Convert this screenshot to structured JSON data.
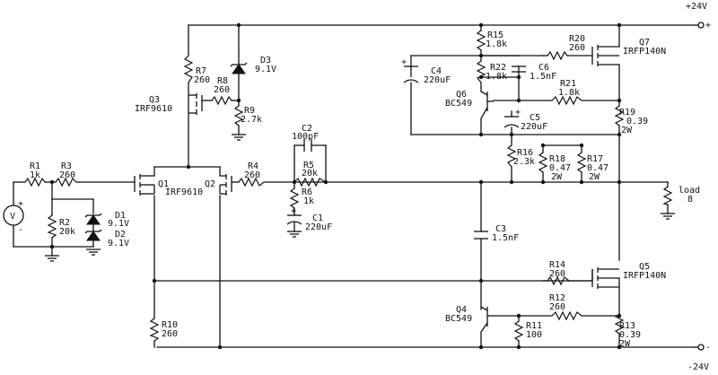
{
  "source": {
    "label": "V",
    "plus": "+",
    "minus": "-"
  },
  "rails": {
    "positive": "+24V",
    "negative": "-24V",
    "positive_terminal": "+",
    "negative_terminal": "-"
  },
  "labels": {
    "r1": {
      "name": "R1",
      "value": "1k"
    },
    "r3": {
      "name": "R3",
      "value": "260"
    },
    "r2": {
      "name": "R2",
      "value": "20k"
    },
    "d1": {
      "name": "D1",
      "value": "9.1V"
    },
    "d2": {
      "name": "D2",
      "value": "9.1V"
    },
    "q1": {
      "name": "Q1",
      "value": "IRF9610"
    },
    "q2": {
      "name": "Q2"
    },
    "q3": {
      "name": "Q3",
      "value": "IRF9610"
    },
    "r7": {
      "name": "R7",
      "value": "260"
    },
    "r8": {
      "name": "R8",
      "value": "260"
    },
    "d3": {
      "name": "D3",
      "value": "9.1V"
    },
    "r9": {
      "name": "R9",
      "value": "2.7k"
    },
    "r4": {
      "name": "R4",
      "value": "260"
    },
    "c2": {
      "name": "C2",
      "value": "100pF"
    },
    "r5": {
      "name": "R5",
      "value": "20k"
    },
    "r6": {
      "name": "R6",
      "value": "1k"
    },
    "c1": {
      "name": "C1",
      "value": "220uF"
    },
    "r10": {
      "name": "R10",
      "value": "260"
    },
    "c4": {
      "name": "C4",
      "value": "220uF"
    },
    "r15": {
      "name": "R15",
      "value": "1.8k"
    },
    "r22": {
      "name": "R22",
      "value": "1.8k"
    },
    "c6": {
      "name": "C6",
      "value": "1.5nF"
    },
    "q6": {
      "name": "Q6",
      "value": "BC549"
    },
    "c5": {
      "name": "C5",
      "value": "220uF"
    },
    "r20": {
      "name": "R20",
      "value": "260"
    },
    "q7": {
      "name": "Q7",
      "value": "IRFP140N"
    },
    "r21": {
      "name": "R21",
      "value": "1.8k"
    },
    "r19": {
      "name": "R19",
      "value": "0.39",
      "power": "2W"
    },
    "r16": {
      "name": "R16",
      "value": "2.3k"
    },
    "r18": {
      "name": "R18",
      "value": "0.47",
      "power": "2W"
    },
    "r17": {
      "name": "R17",
      "value": "0.47",
      "power": "2W"
    },
    "load": {
      "name": "load",
      "value": "8"
    },
    "c3": {
      "name": "C3",
      "value": "1.5nF"
    },
    "r14": {
      "name": "R14",
      "value": "260"
    },
    "q5": {
      "name": "Q5",
      "value": "IRFP140N"
    },
    "r12": {
      "name": "R12",
      "value": "260"
    },
    "q4": {
      "name": "Q4",
      "value": "BC549"
    },
    "r11": {
      "name": "R11",
      "value": "100"
    },
    "r13": {
      "name": "R13",
      "value": "0.39",
      "power": "2W"
    }
  }
}
